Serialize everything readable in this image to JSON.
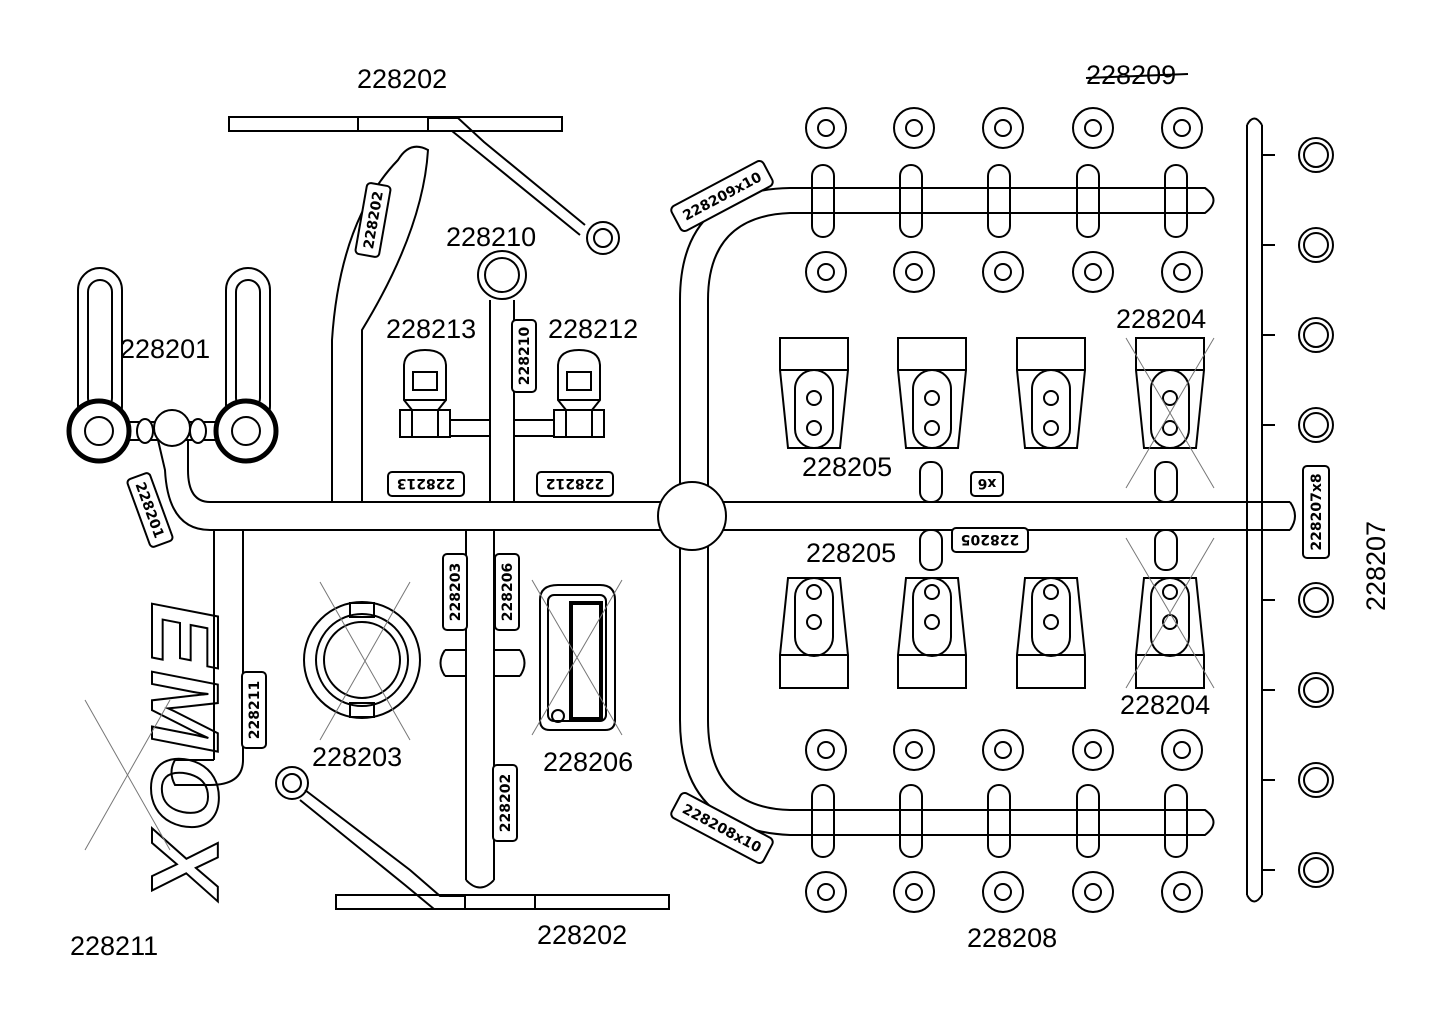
{
  "labels": {
    "p228202_top": "228202",
    "p228209_top": "228209",
    "p228210": "228210",
    "p228201": "228201",
    "p228213": "228213",
    "p228212": "228212",
    "p228204_top": "228204",
    "p228205_top": "228205",
    "p228205_bottom": "228205",
    "p228207_side": "228207",
    "p228204_bottom": "228204",
    "p228203": "228203",
    "p228206": "228206",
    "p228202_bottom": "228202",
    "p228208": "228208",
    "p228211": "228211"
  },
  "tags": {
    "t228209x10": "228209x10",
    "t228208x10": "228208x10",
    "t228202_upper": "228202",
    "t228201": "228201",
    "t228210": "228210",
    "t228213": "228213",
    "t228212": "228212",
    "tx6": "x6",
    "t228205": "228205",
    "t228207x8": "228207x8",
    "t228203": "228203",
    "t228206": "228206",
    "t228211": "228211",
    "t228202_lower": "228202"
  },
  "logo": "EMOX"
}
